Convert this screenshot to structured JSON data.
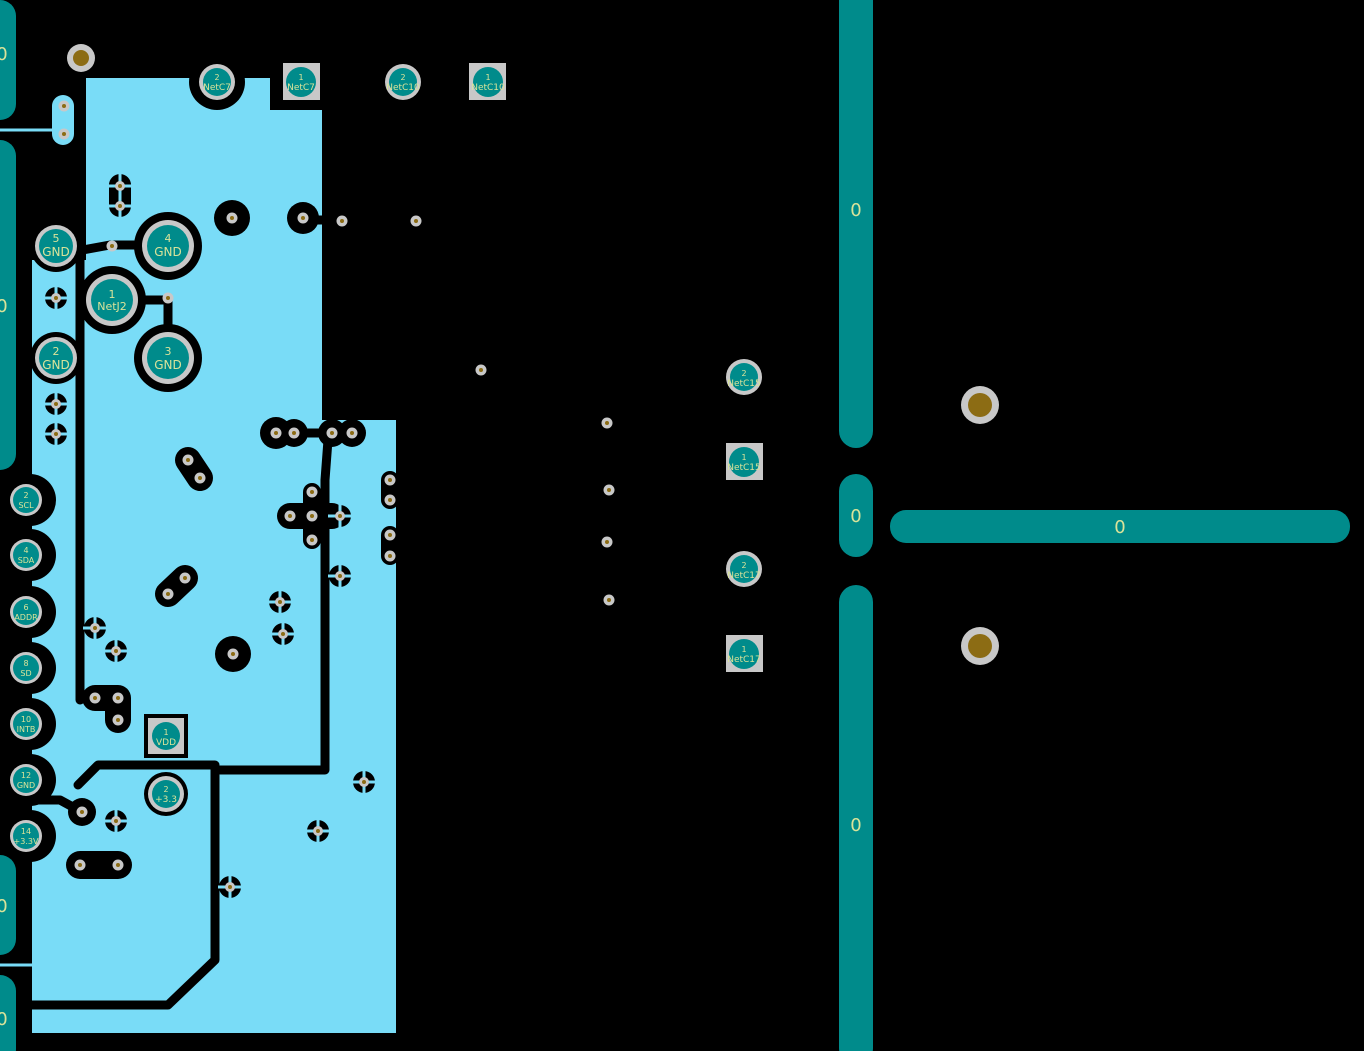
{
  "colors": {
    "background": "#000000",
    "copper_pour": "#79dcf7",
    "pad_fill": "#008b8b",
    "pad_ring": "#c8c8c8",
    "mounting_hole": "#8c6c14",
    "label": "#d9e39a",
    "trace": "#000000"
  },
  "zones": {
    "left_column": [
      "0",
      "0",
      "0",
      "0"
    ],
    "v_top": "0",
    "v_mid": "0",
    "v_bottom": "0",
    "h_right": "0"
  },
  "pads": {
    "c7_2": {
      "num": "2",
      "net": "NetC7"
    },
    "c7_1": {
      "num": "1",
      "net": "NetC7"
    },
    "c10_2": {
      "num": "2",
      "net": "NetC10"
    },
    "c10_1": {
      "num": "1",
      "net": "NetC10"
    },
    "j2_5": {
      "num": "5",
      "net": "GND"
    },
    "j2_4": {
      "num": "4",
      "net": "GND"
    },
    "j2_1": {
      "num": "1",
      "net": "NetJ2"
    },
    "j2_2": {
      "num": "2",
      "net": "GND"
    },
    "j2_3": {
      "num": "3",
      "net": "GND"
    },
    "c15_2": {
      "num": "2",
      "net": "NetC15"
    },
    "c15_1": {
      "num": "1",
      "net": "NetC15"
    },
    "c17_2": {
      "num": "2",
      "net": "NetC17"
    },
    "c17_1": {
      "num": "1",
      "net": "NetC17"
    },
    "vdd_1": {
      "num": "1",
      "net": "VDD"
    },
    "v33_2": {
      "num": "2",
      "net": "+3.3"
    }
  },
  "header_pads": [
    {
      "num": "2",
      "net": "SCL"
    },
    {
      "num": "4",
      "net": "SDA"
    },
    {
      "num": "6",
      "net": "ADDR"
    },
    {
      "num": "8",
      "net": "SD"
    },
    {
      "num": "10",
      "net": "INTB"
    },
    {
      "num": "12",
      "net": "GND"
    },
    {
      "num": "14",
      "net": "+3.3V"
    }
  ]
}
